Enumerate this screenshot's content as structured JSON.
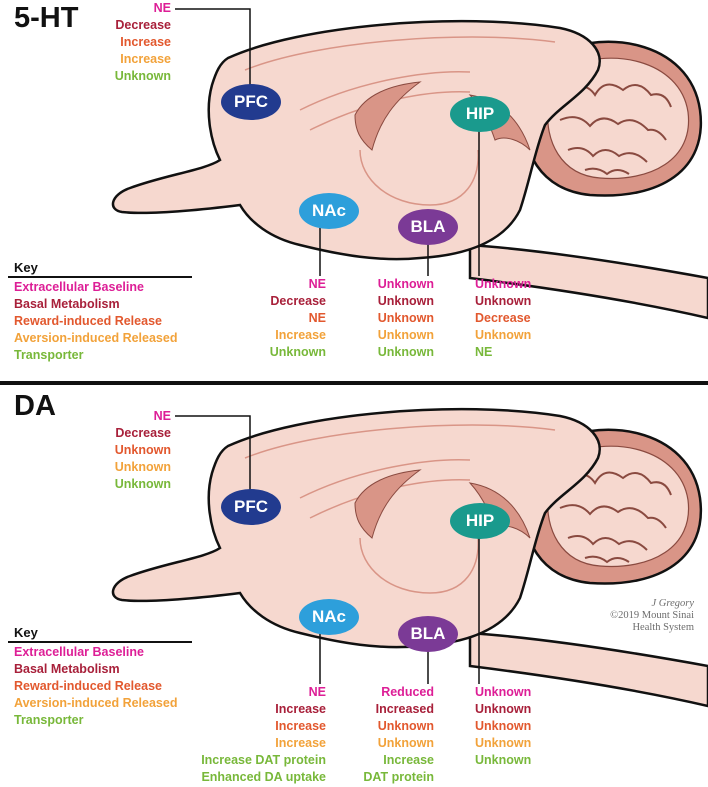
{
  "colors": {
    "extracellular_baseline": "#dd1e96",
    "basal_metabolism": "#a8203a",
    "reward_release": "#e2582e",
    "aversion_release": "#f2a23a",
    "transporter": "#78b83a",
    "pfc": "#223b8f",
    "nac": "#2d9fdb",
    "bla": "#7b3a96",
    "hip": "#1a9a8d",
    "brain_fill": "#f6d8cf",
    "brain_dark": "#d99587"
  },
  "key": {
    "title": "Key",
    "items": [
      "Extracellular Baseline",
      "Basal Metabolism",
      "Reward-induced Release",
      "Aversion-induced Released",
      "Transporter"
    ]
  },
  "credit": [
    "J Gregory",
    "©2019 Mount Sinai",
    "Health System"
  ],
  "panels": [
    {
      "title": "5-HT",
      "regions": {
        "pfc": "PFC",
        "nac": "NAc",
        "bla": "BLA",
        "hip": "HIP"
      },
      "pfc_values": [
        "NE",
        "Decrease",
        "Increase",
        "Increase",
        "Unknown"
      ],
      "nac_values": [
        "NE",
        "Decrease",
        "NE",
        "Increase",
        "Unknown"
      ],
      "bla_values": [
        "Unknown",
        "Unknown",
        "Unknown",
        "Unknown",
        "Unknown"
      ],
      "hip_values": [
        "Unknown",
        "Unknown",
        "Decrease",
        "Unknown",
        "NE"
      ]
    },
    {
      "title": "DA",
      "regions": {
        "pfc": "PFC",
        "nac": "NAc",
        "bla": "BLA",
        "hip": "HIP"
      },
      "pfc_values": [
        "NE",
        "Decrease",
        "Unknown",
        "Unknown",
        "Unknown"
      ],
      "nac_values": [
        "NE",
        "Increase",
        "Increase",
        "Increase",
        "Increase DAT protein",
        "Enhanced DA uptake"
      ],
      "bla_values": [
        "Reduced",
        "Increased",
        "Unknown",
        "Unknown",
        "Increase",
        "DAT protein"
      ],
      "hip_values": [
        "Unknown",
        "Unknown",
        "Unknown",
        "Unknown",
        "Unknown"
      ]
    }
  ]
}
